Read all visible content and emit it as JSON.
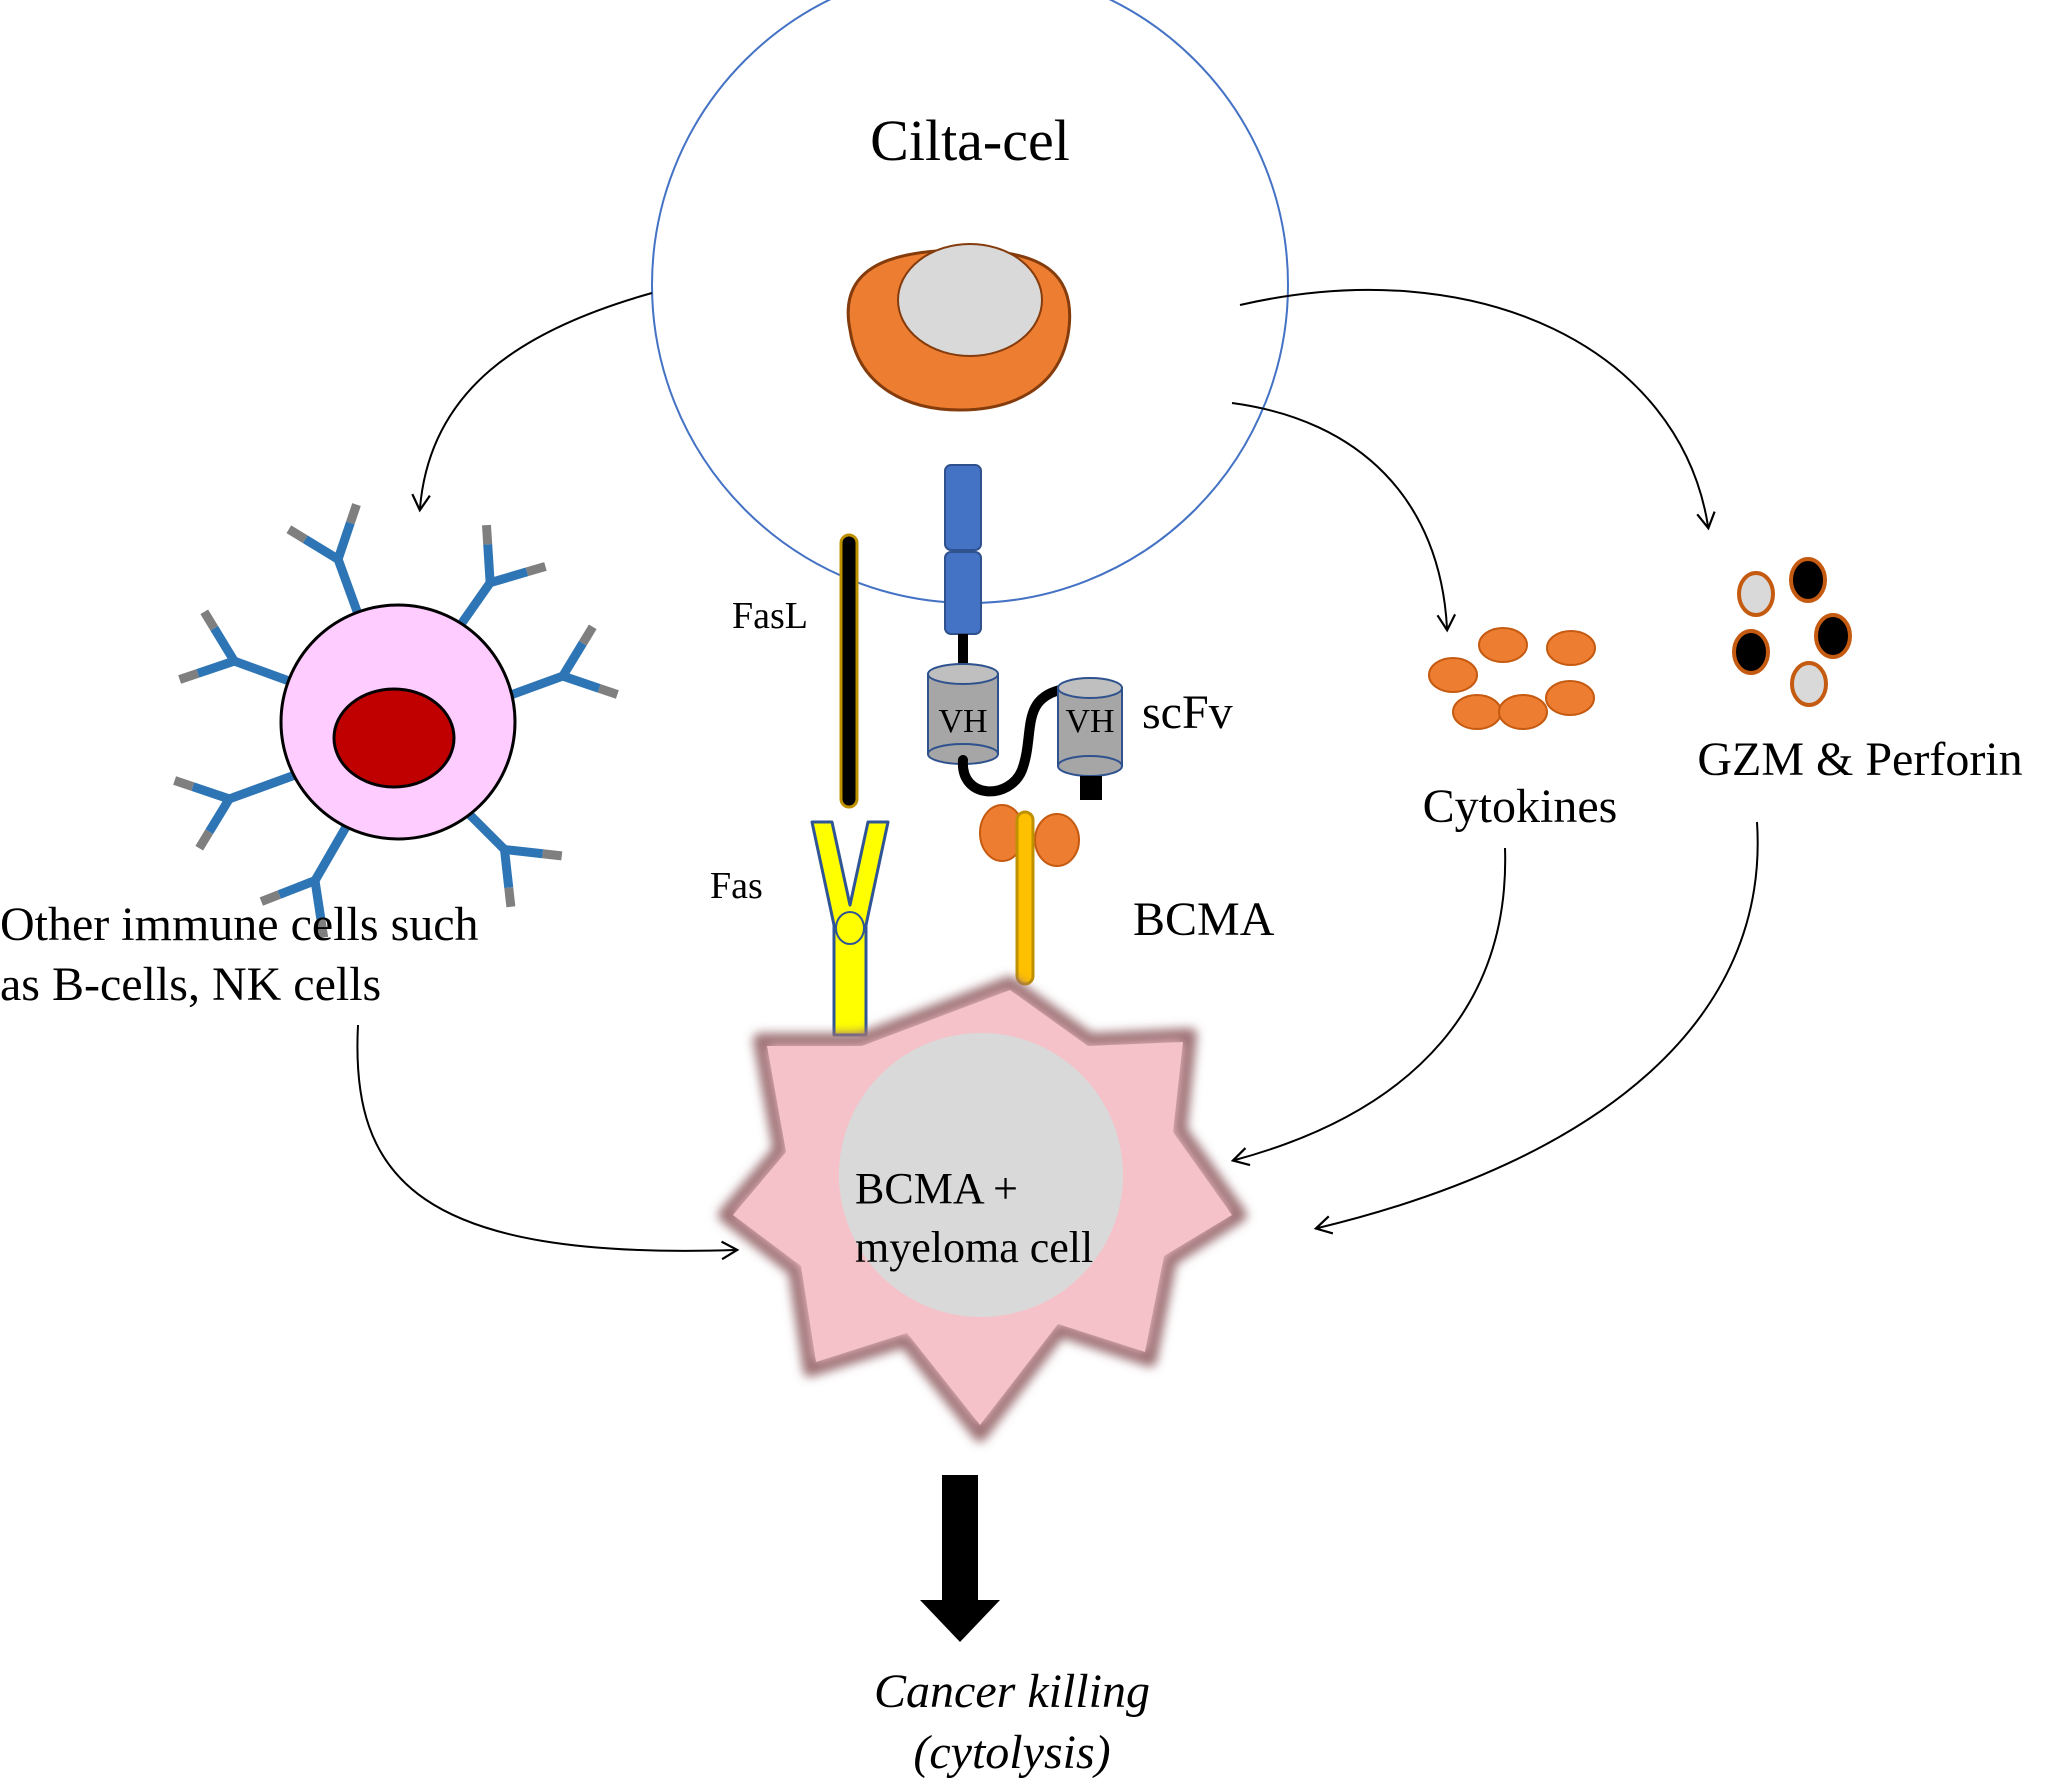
{
  "labels": {
    "cilta_cel": "Cilta-cel",
    "fasl": "FasL",
    "fas": "Fas",
    "vh_left": "VH",
    "vh_right": "VH",
    "scfv": "scFv",
    "bcma": "BCMA",
    "cytokines": "Cytokines",
    "gzm_perforin": "GZM & Perforin",
    "other_cells_line1": "Other immune cells such",
    "other_cells_line2": "as B-cells, NK cells",
    "myeloma_line1": "BCMA +",
    "myeloma_line2": "myeloma cell",
    "outcome_line1": "Cancer killing",
    "outcome_line2": "(cytolysis)"
  },
  "colors": {
    "cilta_outline": "#4472c4",
    "t_cell_orange": "#ed7d31",
    "nucleus_grey": "#d9d9d9",
    "immune_cell_pink": "#ffccff",
    "immune_nucleus_red": "#c00000",
    "antibody_blue": "#2e75b6",
    "antibody_grey": "#7f7f7f",
    "car_blue": "#4472c4",
    "fas_yellow": "#ffff00",
    "bcma_gold": "#ffc000",
    "myeloma_pink": "#f4c2c8",
    "arrow_black": "#000000"
  },
  "icons": {
    "cilta_cel": "cilta-cel-cell-icon",
    "immune_cell": "immune-cell-icon",
    "myeloma_cell": "myeloma-cell-icon",
    "car_receptor": "car-receptor-icon"
  }
}
